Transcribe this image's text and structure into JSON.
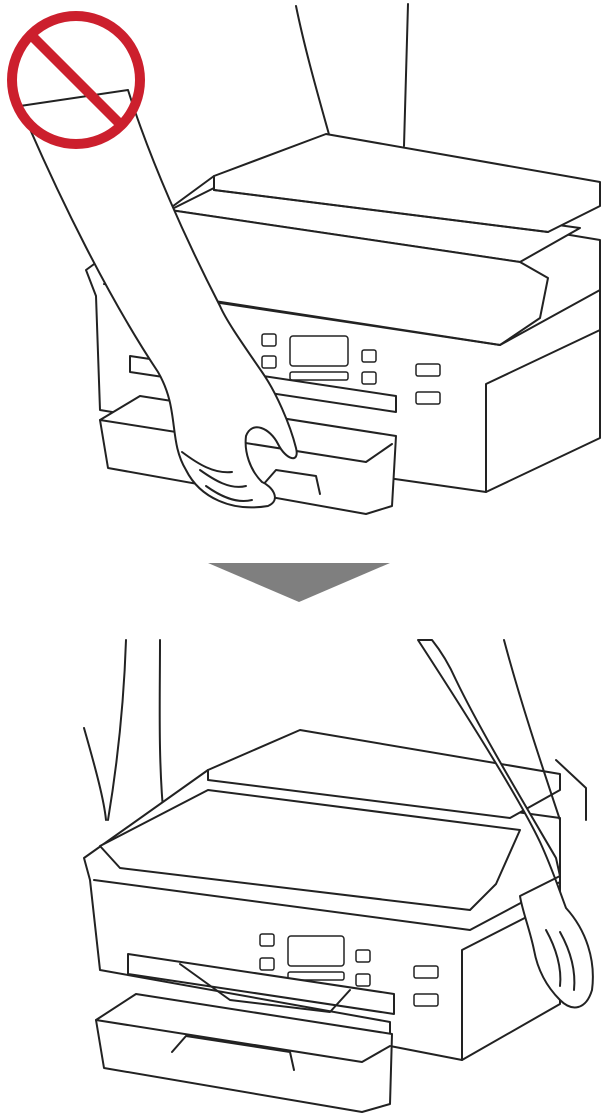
{
  "colors": {
    "background": "#ffffff",
    "line_art": "#222222",
    "prohibition_sign": "#cc1f2d",
    "arrow": "#7f7f7f"
  },
  "steps": [
    {
      "id": "incorrect",
      "illustration": "hand-holding-paper-cassette",
      "marker_icon": "prohibited-icon"
    },
    {
      "id": "correct",
      "illustration": "hands-holding-printer-sides"
    }
  ],
  "step_arrow_icon": "down-arrow-icon"
}
